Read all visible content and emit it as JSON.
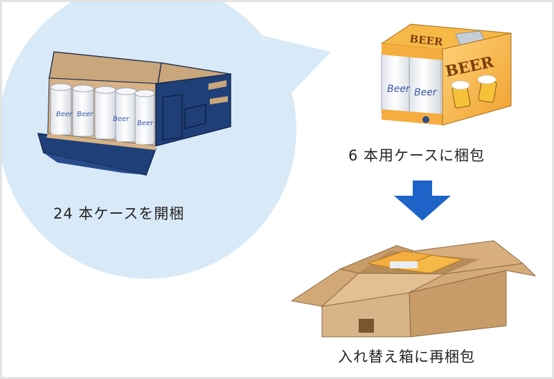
{
  "steps": {
    "open_case": {
      "caption": "24 本ケースを開梱"
    },
    "pack_six": {
      "caption": "6 本用ケースに梱包"
    },
    "repack": {
      "caption": "入れ替え箱に再梱包"
    }
  },
  "product": {
    "can_text": "Beer",
    "pack_brand": "BEER"
  },
  "colors": {
    "bubble": "#d8e9f7",
    "navy_box": "#1f3f78",
    "kraft_box": "#d9b489",
    "pack_orange": "#f4a93a",
    "arrow_blue": "#1e64c8"
  }
}
